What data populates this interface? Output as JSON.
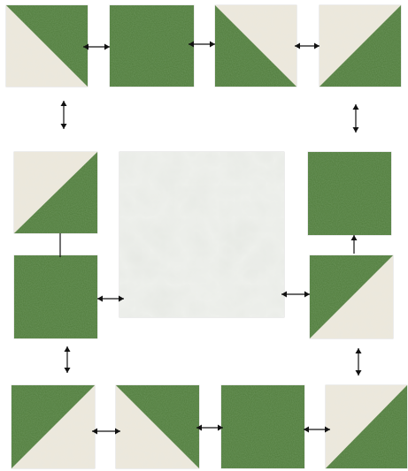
{
  "fabrics": {
    "green": {
      "base": "#4f7a3a",
      "dark": "#3d6429",
      "light": "#6a9552"
    },
    "lace": {
      "base": "#ece8dc",
      "dark": "#d6d0c0",
      "light": "#f7f5ee"
    }
  },
  "arrow_color": "#111111",
  "blocks": [
    {
      "id": "top-1",
      "kind": "hst",
      "green_corner": "top-right"
    },
    {
      "id": "top-2",
      "kind": "solid"
    },
    {
      "id": "top-3",
      "kind": "hst",
      "green_corner": "bottom-left"
    },
    {
      "id": "top-4",
      "kind": "hst",
      "green_corner": "bottom-right"
    },
    {
      "id": "left-1",
      "kind": "hst",
      "green_corner": "bottom-right"
    },
    {
      "id": "left-2",
      "kind": "solid"
    },
    {
      "id": "center",
      "kind": "center-print"
    },
    {
      "id": "right-1",
      "kind": "solid"
    },
    {
      "id": "right-2",
      "kind": "hst",
      "green_corner": "top-left"
    },
    {
      "id": "bottom-1",
      "kind": "hst",
      "green_corner": "top-left"
    },
    {
      "id": "bottom-2",
      "kind": "hst",
      "green_corner": "top-right"
    },
    {
      "id": "bottom-3",
      "kind": "solid"
    },
    {
      "id": "bottom-4",
      "kind": "hst",
      "green_corner": "bottom-right"
    }
  ],
  "connections": [
    {
      "from": "top-1",
      "to": "top-2",
      "type": "double"
    },
    {
      "from": "top-2",
      "to": "top-3",
      "type": "double"
    },
    {
      "from": "top-3",
      "to": "top-4",
      "type": "double"
    },
    {
      "from": "top-1",
      "to": "left-1",
      "type": "double"
    },
    {
      "from": "top-4",
      "to": "right-1",
      "type": "double"
    },
    {
      "from": "left-1",
      "to": "left-2",
      "type": "line"
    },
    {
      "from": "left-2",
      "to": "center",
      "type": "double"
    },
    {
      "from": "center",
      "to": "right-2",
      "type": "double"
    },
    {
      "from": "right-2",
      "to": "right-1",
      "type": "single"
    },
    {
      "from": "left-2",
      "to": "bottom-1",
      "type": "double"
    },
    {
      "from": "right-2",
      "to": "bottom-4",
      "type": "double"
    },
    {
      "from": "bottom-1",
      "to": "bottom-2",
      "type": "double"
    },
    {
      "from": "bottom-2",
      "to": "bottom-3",
      "type": "double"
    },
    {
      "from": "bottom-3",
      "to": "bottom-4",
      "type": "double"
    }
  ]
}
